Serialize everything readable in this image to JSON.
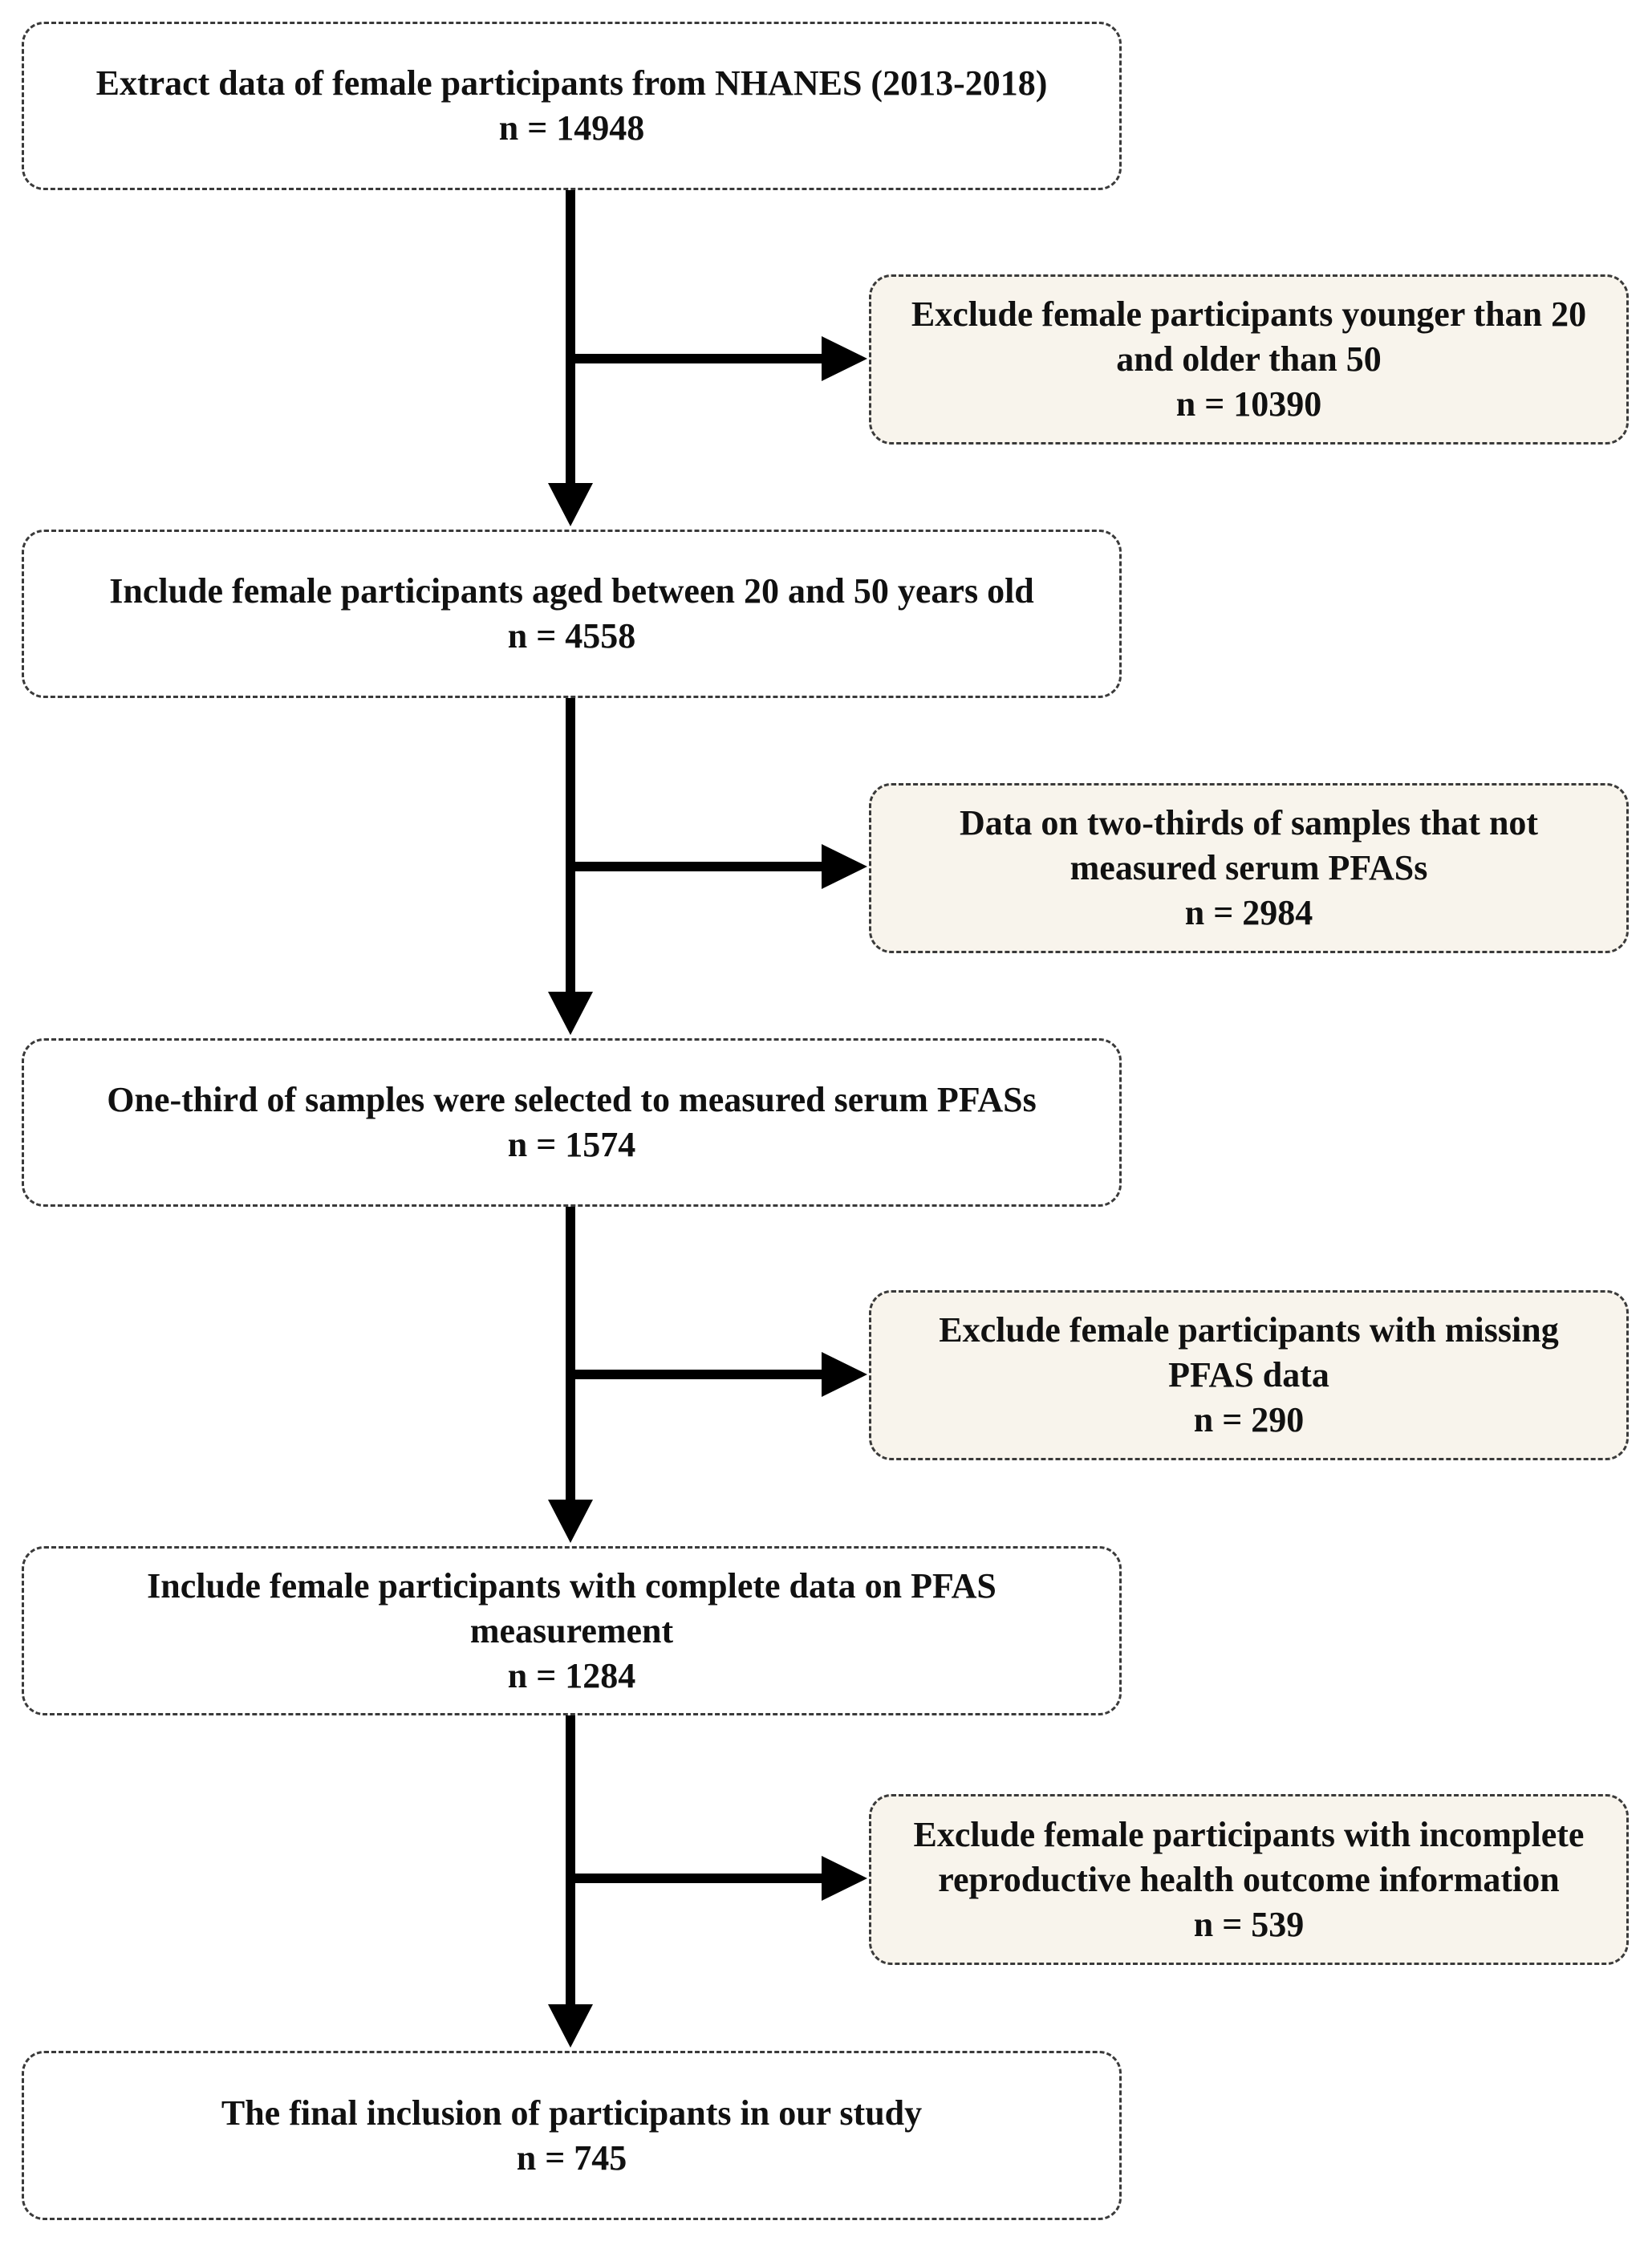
{
  "steps": [
    {
      "lines": [
        "Extract data of female participants from NHANES (2013-2018)"
      ],
      "n": "n = 14948"
    },
    {
      "lines": [
        "Include female participants aged between 20 and 50 years old"
      ],
      "n": "n = 4558"
    },
    {
      "lines": [
        "One-third of samples were selected to measured serum PFASs"
      ],
      "n": "n = 1574"
    },
    {
      "lines": [
        "Include female participants with complete data on PFAS",
        "measurement"
      ],
      "n": "n = 1284"
    },
    {
      "lines": [
        "The final inclusion of participants in our study"
      ],
      "n": "n = 745"
    }
  ],
  "exclusions": [
    {
      "lines": [
        "Exclude female participants younger than 20",
        "and older than 50"
      ],
      "n": "n = 10390"
    },
    {
      "lines": [
        "Data on two-thirds of samples that not",
        "measured serum PFASs"
      ],
      "n": "n = 2984"
    },
    {
      "lines": [
        "Exclude female participants with missing",
        "PFAS data"
      ],
      "n": "n = 290"
    },
    {
      "lines": [
        "Exclude female participants with incomplete",
        "reproductive health outcome information"
      ],
      "n": "n = 539"
    }
  ],
  "colors": {
    "exclusion_fill": "#f8f4ec",
    "border": "#3a3a3a",
    "arrow": "#000000"
  }
}
